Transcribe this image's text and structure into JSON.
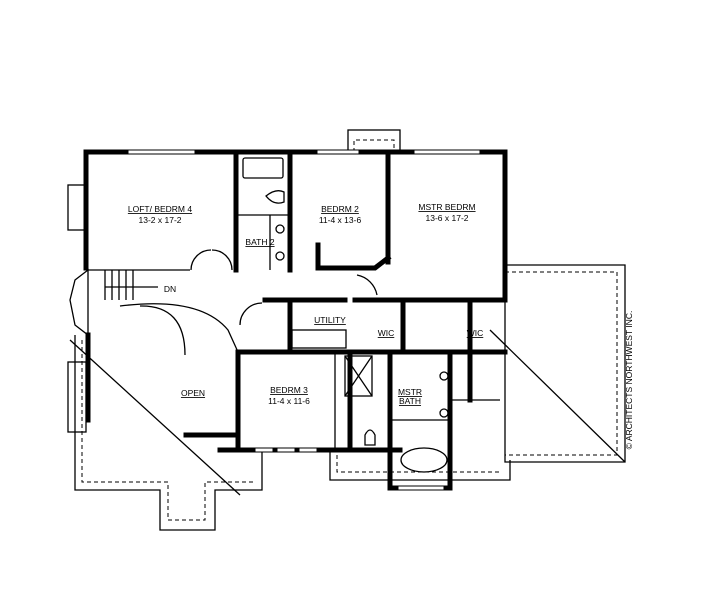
{
  "rooms": {
    "loft": {
      "name": "LOFT/ BEDRM 4",
      "size": "13-2 x 17-2"
    },
    "bath2": {
      "name": "BATH 2"
    },
    "bedrm2": {
      "name": "BEDRM 2",
      "size": "11-4 x 13-6"
    },
    "master": {
      "name": "MSTR BEDRM",
      "size": "13-6 x 17-2"
    },
    "stairs": {
      "label": "DN"
    },
    "utility": {
      "name": "UTILITY"
    },
    "wic_left": {
      "name": "WIC"
    },
    "wic_right": {
      "name": "WIC"
    },
    "open": {
      "name": "OPEN"
    },
    "bedrm3": {
      "name": "BEDRM 3",
      "size": "11-4 x 11-6"
    },
    "master_bath": {
      "line1": "MSTR",
      "line2": "BATH"
    }
  },
  "copyright": "© ARCHITECTS NORTHWEST INC."
}
